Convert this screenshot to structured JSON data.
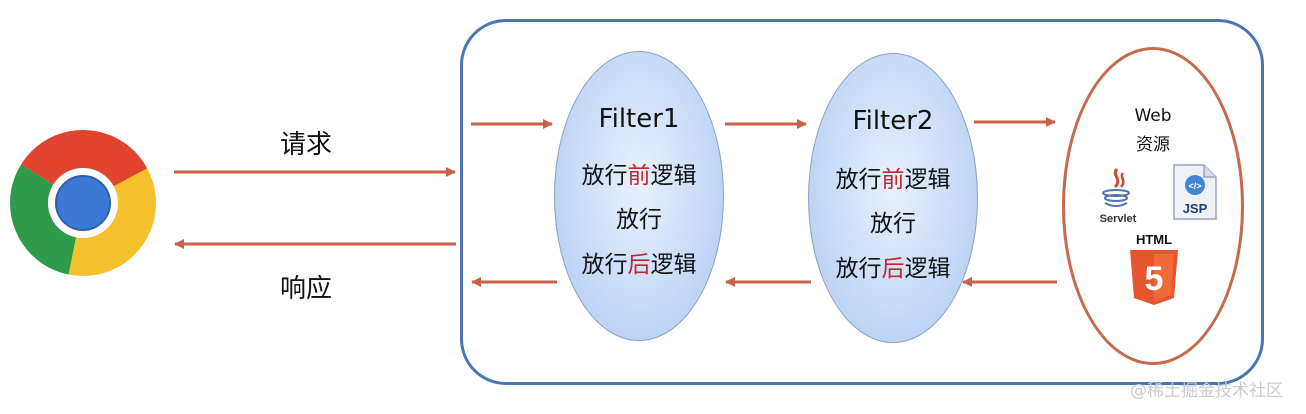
{
  "labels": {
    "request": "请求",
    "response": "响应"
  },
  "filters": [
    {
      "title": "Filter1",
      "line1_pre": "放行",
      "line1_hl": "前",
      "line1_post": "逻辑",
      "line2": "放行",
      "line3_pre": "放行",
      "line3_hl": "后",
      "line3_post": "逻辑"
    },
    {
      "title": "Filter2",
      "line1_pre": "放行",
      "line1_hl": "前",
      "line1_post": "逻辑",
      "line2": "放行",
      "line3_pre": "放行",
      "line3_hl": "后",
      "line3_post": "逻辑"
    }
  ],
  "web": {
    "title_line1": "Web",
    "title_line2": "资源",
    "servlet_label": "Servlet",
    "jsp_label": "JSP",
    "html_label": "HTML",
    "html5_digit": "5"
  },
  "watermark": "@稀土掘金技术社区",
  "colors": {
    "arrow": "#c8604a",
    "container": "#4a75b5",
    "highlight": "#c0282a"
  },
  "icons": [
    "chrome-icon",
    "java-servlet-icon",
    "jsp-icon",
    "html5-icon"
  ]
}
